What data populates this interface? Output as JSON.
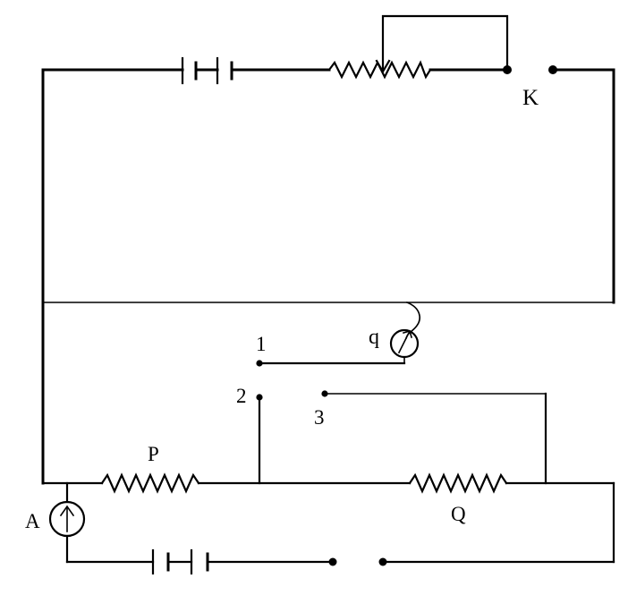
{
  "labels": {
    "switch_K": "K",
    "galvanometer_G": "q",
    "terminal_1": "1",
    "terminal_2": "2",
    "terminal_3": "3",
    "resistor_P": "P",
    "resistor_Q": "Q",
    "ammeter_A": "A"
  }
}
